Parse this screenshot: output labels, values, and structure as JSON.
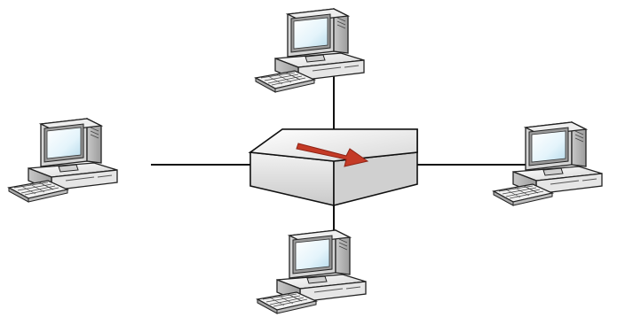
{
  "diagram": {
    "kind": "star-network-topology",
    "hub": {
      "icon": "network-switch-icon",
      "arrow_color": "#c0392b"
    },
    "nodes": [
      {
        "id": "top",
        "icon": "desktop-computer-icon"
      },
      {
        "id": "left",
        "icon": "desktop-computer-icon"
      },
      {
        "id": "right",
        "icon": "desktop-computer-icon"
      },
      {
        "id": "bottom",
        "icon": "desktop-computer-icon"
      }
    ],
    "links": [
      {
        "from": "hub",
        "to": "top"
      },
      {
        "from": "hub",
        "to": "left"
      },
      {
        "from": "hub",
        "to": "right"
      },
      {
        "from": "hub",
        "to": "bottom"
      }
    ],
    "colors": {
      "line": "#111111",
      "case_light": "#f4f4f4",
      "case_mid": "#d9d9d9",
      "case_dark": "#a9a9a9",
      "screen": "#dff2fb",
      "outline": "#222222"
    }
  }
}
